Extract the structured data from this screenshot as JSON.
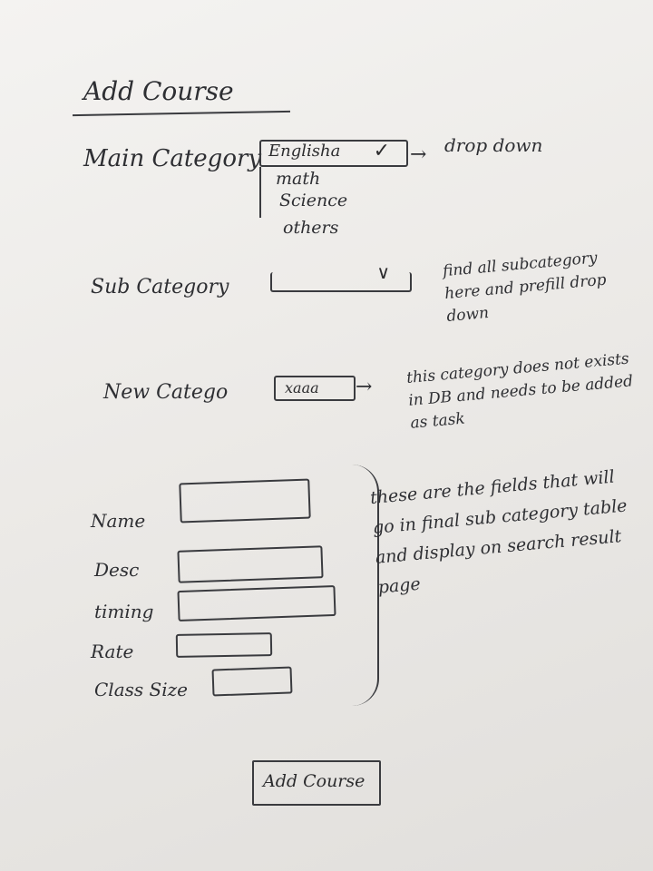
{
  "page_title": "Add Course",
  "main_category": {
    "label": "Main Category",
    "selected": "Englisha",
    "options": [
      "math",
      "Science",
      "others"
    ],
    "note": "drop down"
  },
  "sub_category": {
    "label": "Sub Category",
    "note": "find all subcategory here and prefill drop down"
  },
  "new_category": {
    "label": "New Catego",
    "value": "xaaa",
    "note": "this category does not exists in DB and needs to be added as task"
  },
  "fields": {
    "name_label": "Name",
    "desc_label": "Desc",
    "timing_label": "timing",
    "rate_label": "Rate",
    "class_size_label": "Class Size",
    "note": "these are the fields that will go in final sub category table and display on search result page"
  },
  "submit_label": "Add Course"
}
